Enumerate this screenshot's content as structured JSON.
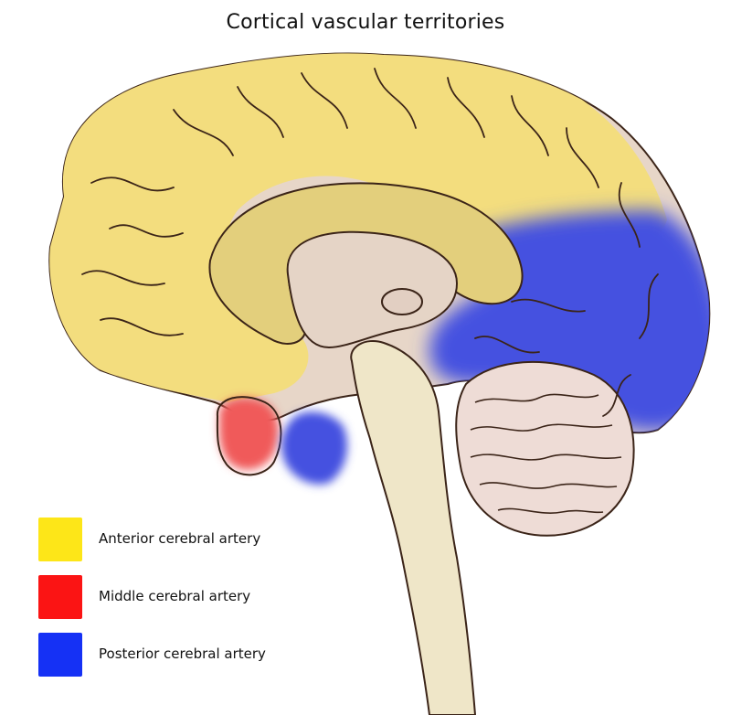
{
  "title": "Cortical vascular territories",
  "colors": {
    "anterior": "#f3dd7e",
    "middle": "#f05a5a",
    "posterior": "#4451e0",
    "brainstem": "#efe6c8",
    "background_tissue": "#e7d6c8",
    "cerebellum": "#eedcd6",
    "outline": "#3b2418"
  },
  "legend": [
    {
      "label": "Anterior cerebral artery",
      "color": "#fde618"
    },
    {
      "label": "Middle cerebral artery",
      "color": "#fb1414"
    },
    {
      "label": "Posterior cerebral artery",
      "color": "#1531f5"
    }
  ]
}
